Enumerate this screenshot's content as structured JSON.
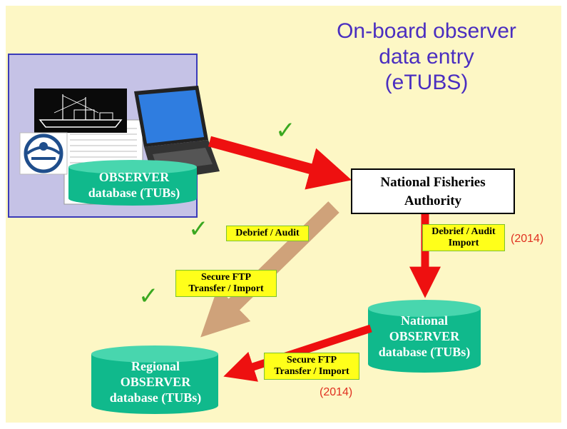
{
  "title": {
    "line1": "On-board observer",
    "line2": "data entry",
    "line3": "(eTUBS)"
  },
  "nodes": {
    "nfa": {
      "line1": "National Fisheries",
      "line2": "Authority"
    },
    "observer_db": {
      "line1": "OBSERVER",
      "line2": "database (TUBs)"
    },
    "national_db": {
      "line1": "National",
      "line2": "OBSERVER",
      "line3": "database (TUBs)"
    },
    "regional_db": {
      "line1": "Regional",
      "line2": "OBSERVER",
      "line3": "database (TUBs)"
    }
  },
  "labels": {
    "debrief_audit_left": "Debrief / Audit",
    "debrief_audit_import": {
      "line1": "Debrief / Audit",
      "line2": "Import"
    },
    "secure_ftp_left": {
      "line1": "Secure FTP",
      "line2": "Transfer / Import"
    },
    "secure_ftp_bottom": {
      "line1": "Secure FTP",
      "line2": "Transfer / Import"
    },
    "year_right": "(2014)",
    "year_bottom": "(2014)"
  },
  "marks": {
    "check": "✓"
  },
  "colors": {
    "background": "#fdf7c5",
    "title": "#4a2ec0",
    "arrow_red": "#ee1010",
    "arrow_tan": "#cfa27a",
    "database": "#10b98c",
    "label_fill": "#ffff1a",
    "check": "#3aa820",
    "year": "#e03020"
  },
  "icons": [
    "check-icon",
    "laptop-image",
    "fishing-vessel-image",
    "observer-program-logo"
  ]
}
